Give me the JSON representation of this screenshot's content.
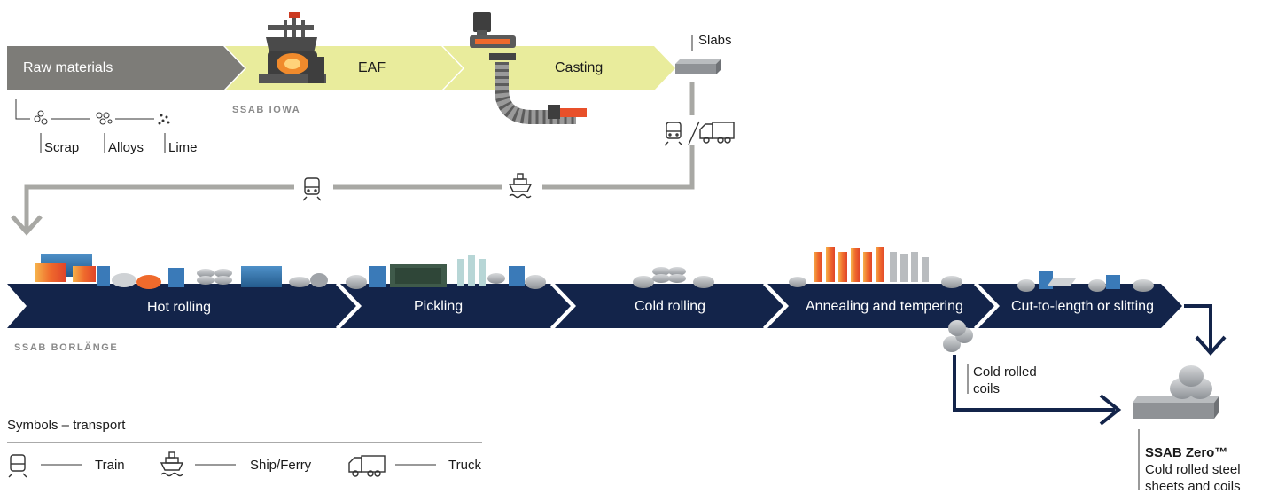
{
  "top_row": {
    "raw_materials": "Raw materials",
    "eaf": "EAF",
    "casting": "Casting",
    "slabs": "Slabs",
    "site": "SSAB IOWA"
  },
  "inputs": {
    "scrap": "Scrap",
    "alloys": "Alloys",
    "lime": "Lime"
  },
  "bottom_row": {
    "hot_rolling": "Hot rolling",
    "pickling": "Pickling",
    "cold_rolling": "Cold rolling",
    "annealing": "Annealing and tempering",
    "cut": "Cut-to-length or slitting",
    "site": "SSAB BORLÄNGE"
  },
  "outputs": {
    "cold_rolled_coils_line1": "Cold rolled",
    "cold_rolled_coils_line2": "coils",
    "product_title": "SSAB Zero™",
    "product_line1": "Cold rolled steel",
    "product_line2": "sheets and coils"
  },
  "legend": {
    "title": "Symbols – transport",
    "train": "Train",
    "ship": "Ship/Ferry",
    "truck": "Truck"
  },
  "colors": {
    "gray_band": "#7d7c78",
    "yellow_band": "#e9ec9c",
    "navy_band": "#13244a",
    "connector_gray": "#a8a8a4",
    "hot_orange": "#e8502a"
  }
}
